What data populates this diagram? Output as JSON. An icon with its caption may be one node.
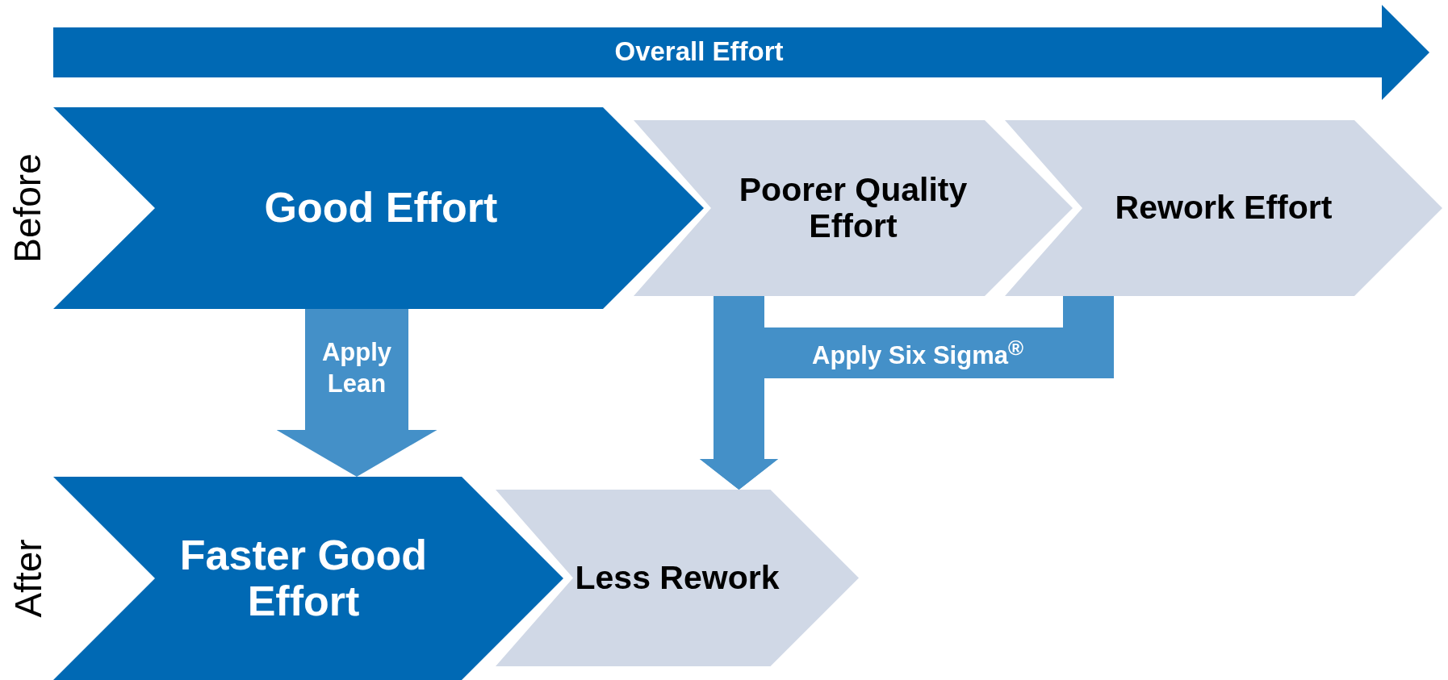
{
  "diagram": {
    "nodes": [
      {
        "text": [
          "Overall Effort"
        ]
      },
      {
        "text": [
          "Good Effort"
        ]
      },
      {
        "text": [
          "Poorer Quality Effort"
        ]
      },
      {
        "text": [
          "Rework Effort"
        ]
      },
      {
        "text": [
          "Faster Good Effort"
        ]
      },
      {
        "text": [
          "Less Rework"
        ]
      }
    ],
    "edges": [
      {
        "from": 1,
        "to": 4,
        "arrow": "to",
        "label": "Apply Lean",
        "style": "thick"
      },
      {
        "from": 2,
        "to": 5,
        "arrow": "to"
      },
      {
        "from": 3,
        "to": 5,
        "arrow": "to",
        "label": "Apply Six Sigma$^{®}$"
      }
    ],
    "labels": [
      "Before",
      "After"
    ]
  }
}
